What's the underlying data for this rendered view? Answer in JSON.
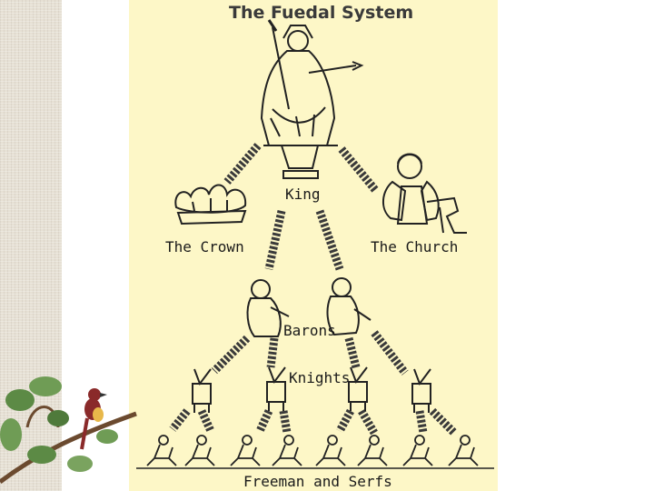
{
  "title": "The Fuedal System",
  "nodes": {
    "king": "King",
    "crown": "The Crown",
    "church": "The Church",
    "barons": "Barons",
    "knights": "Knights",
    "freemen": "Freeman and Serfs"
  },
  "colors": {
    "panel": "#fdf7c7",
    "linen": "#e6e0d4",
    "ink": "#1a1a1a",
    "chain": "#3a3a3a"
  }
}
